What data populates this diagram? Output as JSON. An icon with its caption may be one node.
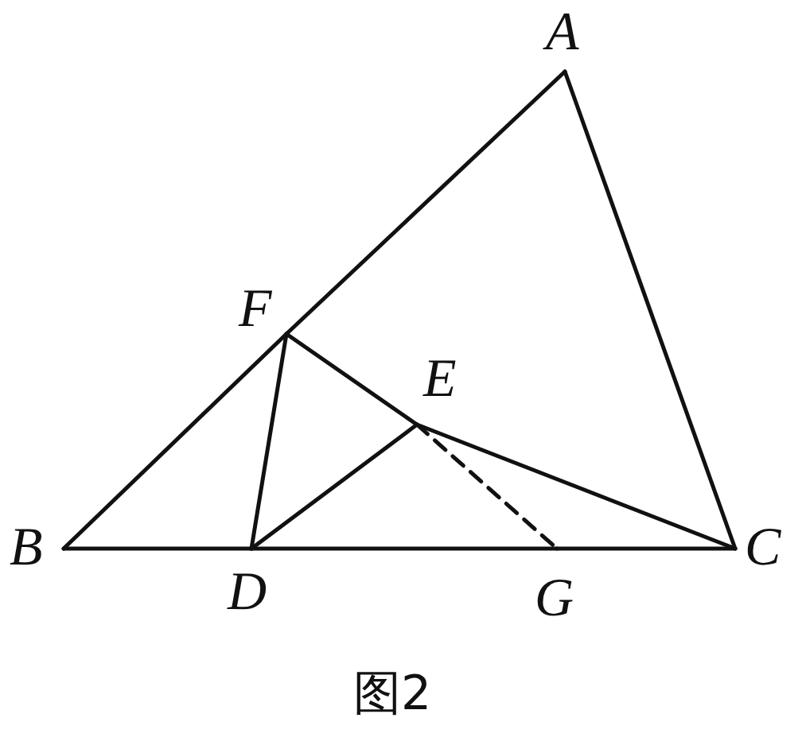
{
  "diagram": {
    "caption": "图2",
    "nodes": [
      {
        "text": [
          "A"
        ]
      },
      {
        "text": [
          "F"
        ]
      },
      {
        "text": [
          "E"
        ]
      },
      {
        "text": [
          "B"
        ]
      },
      {
        "text": [
          "D"
        ]
      },
      {
        "text": [
          "G"
        ]
      },
      {
        "text": [
          "C"
        ]
      }
    ],
    "edges": [
      {
        "from": 0,
        "to": 1,
        "arrow": "none"
      },
      {
        "from": 1,
        "to": 3,
        "arrow": "none"
      },
      {
        "from": 0,
        "to": 6,
        "arrow": "none"
      },
      {
        "from": 3,
        "to": 4,
        "arrow": "none"
      },
      {
        "from": 4,
        "to": 5,
        "arrow": "none"
      },
      {
        "from": 5,
        "to": 6,
        "arrow": "none"
      },
      {
        "from": 1,
        "to": 4,
        "arrow": "none"
      },
      {
        "from": 1,
        "to": 2,
        "arrow": "none"
      },
      {
        "from": 4,
        "to": 2,
        "arrow": "none"
      },
      {
        "from": 2,
        "to": 6,
        "arrow": "none"
      },
      {
        "from": 2,
        "to": 5,
        "arrow": "none",
        "style": "dashed"
      }
    ]
  }
}
